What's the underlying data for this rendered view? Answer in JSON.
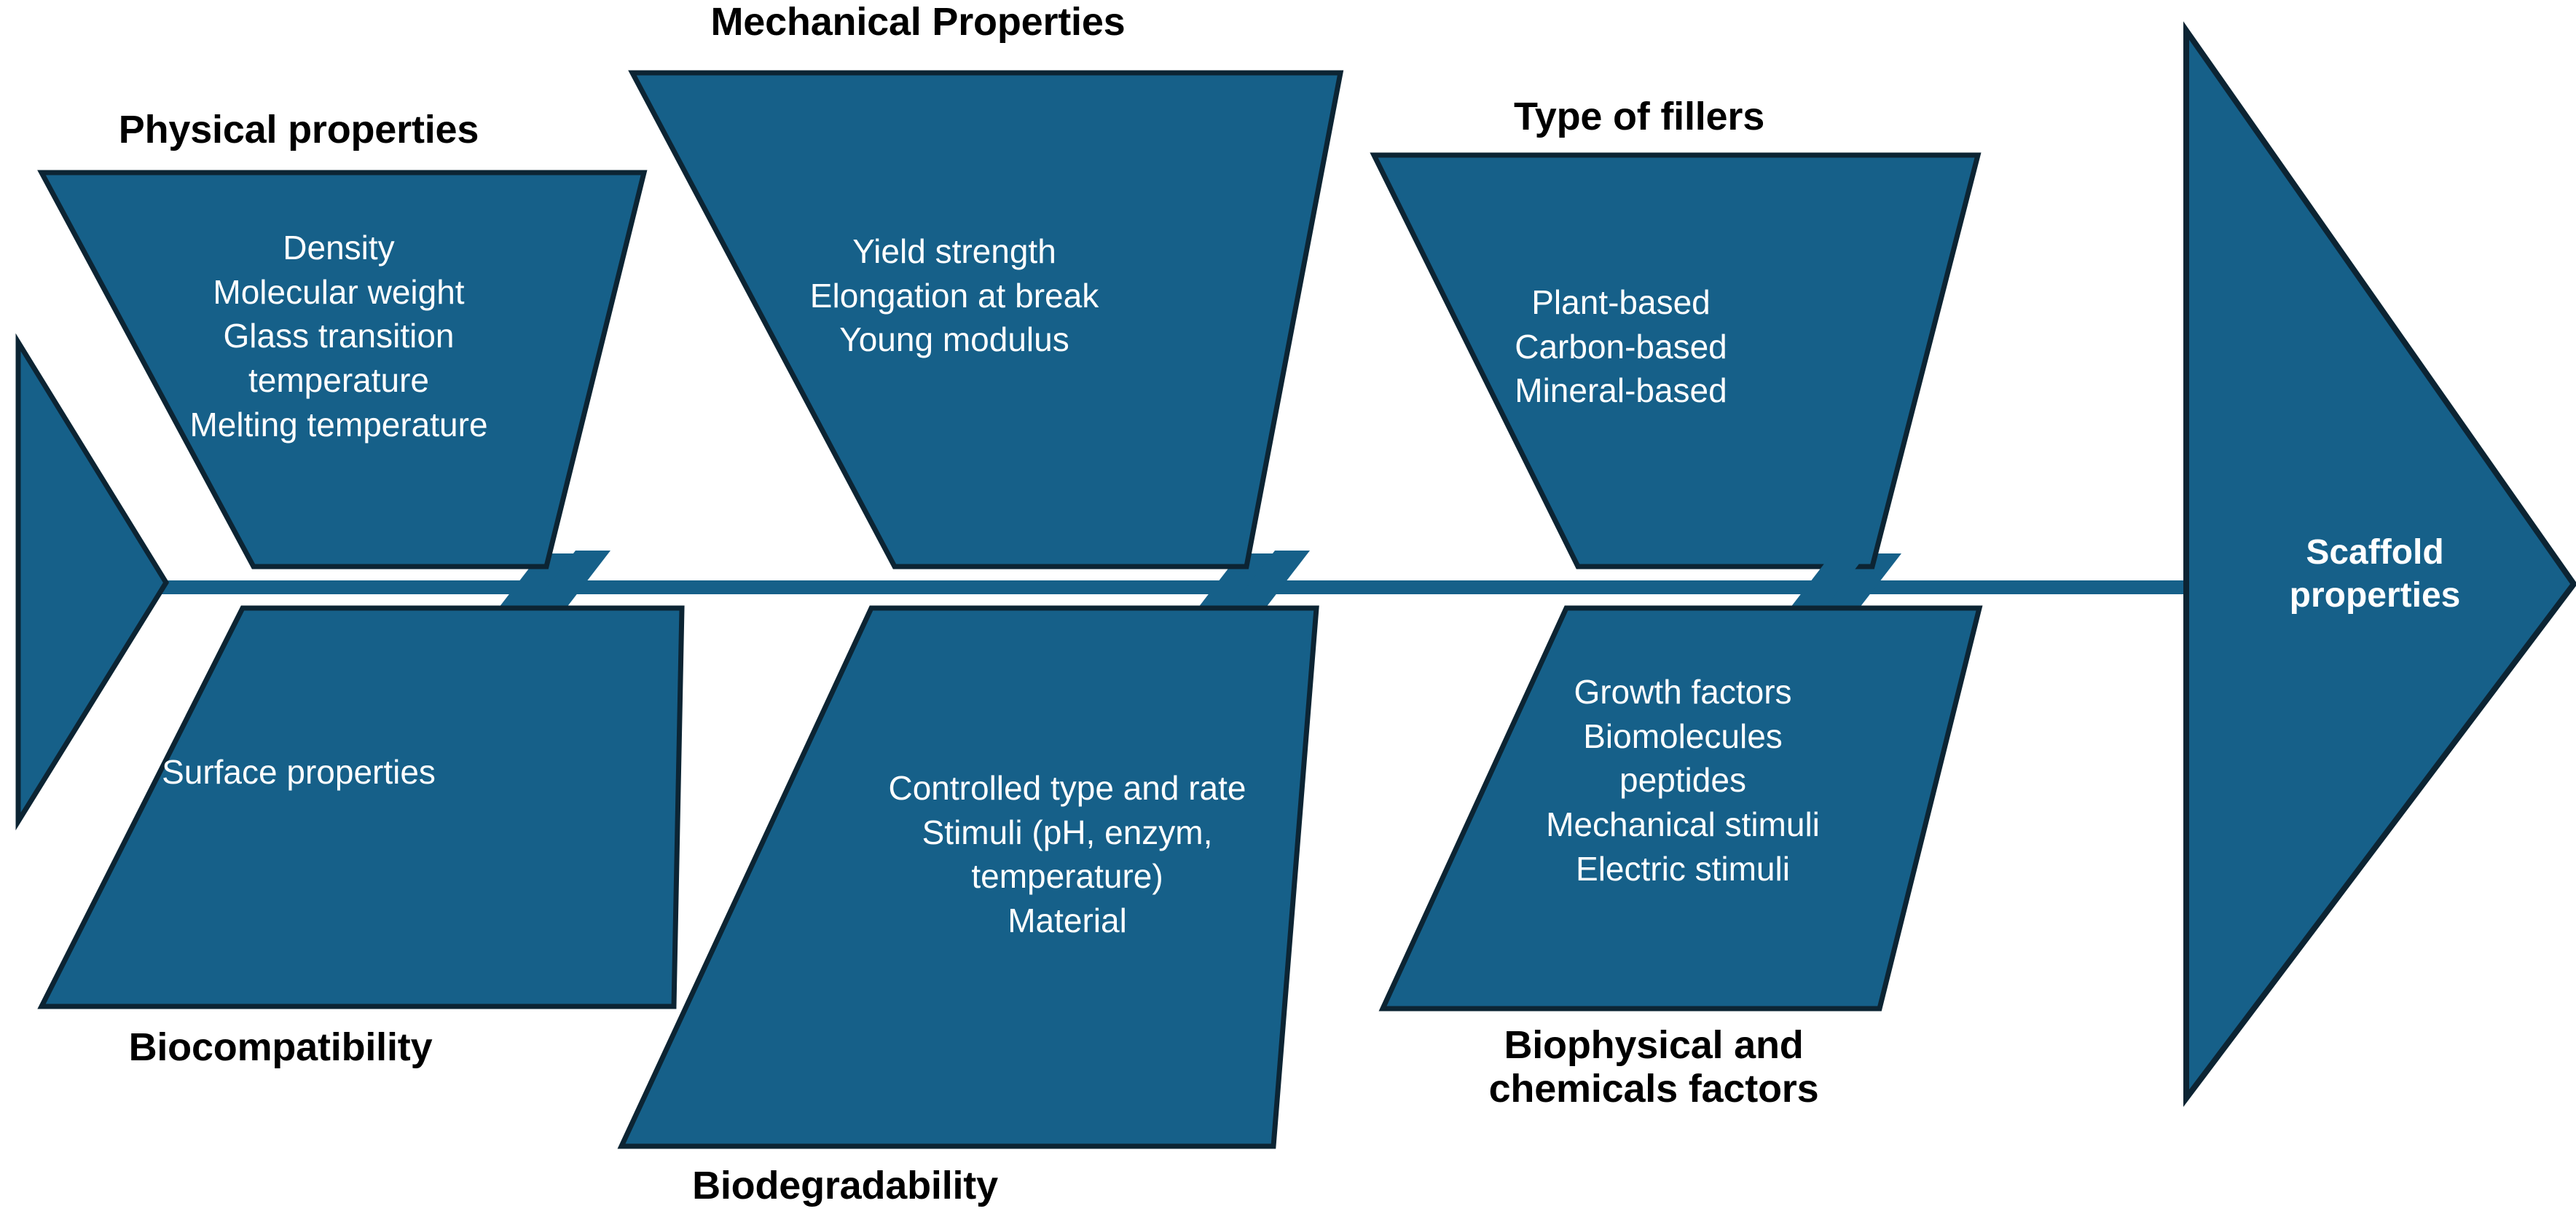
{
  "diagram": {
    "type": "fishbone-ishikawa",
    "effect": {
      "label": "Scaffold\nproperties"
    },
    "colors": {
      "fill": "#166089",
      "outline": "#0c2433",
      "background": "#ffffff",
      "title_text": "#000000",
      "item_text": "#ffffff"
    },
    "branches_top": [
      {
        "title": "Physical properties",
        "items": "Density\nMolecular weight\nGlass transition\ntemperature\nMelting temperature"
      },
      {
        "title": "Mechanical Properties",
        "items": "Yield strength\nElongation at break\nYoung modulus"
      },
      {
        "title": "Type of fillers",
        "items": "Plant-based\nCarbon-based\nMineral-based"
      }
    ],
    "branches_bottom": [
      {
        "title": "Biocompatibility",
        "items": "Surface properties"
      },
      {
        "title": "Biodegradability",
        "items": "Controlled type and rate\nStimuli (pH, enzym,\ntemperature)\nMaterial"
      },
      {
        "title": "Biophysical and\nchemicals factors",
        "items": "Growth factors\nBiomolecules\npeptides\nMechanical stimuli\nElectric stimuli"
      }
    ]
  }
}
